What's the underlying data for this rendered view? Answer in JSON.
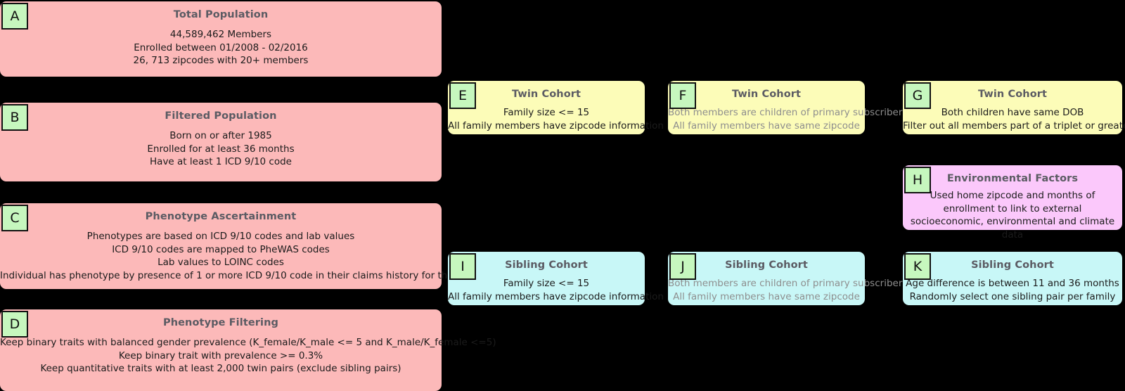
{
  "figure": {
    "background_color": "#000000",
    "badge_color": "#C6F7BE",
    "title_color": "#5B5B63",
    "text_color": "#1B1B1B",
    "muted_text_color": "#8E8E8E"
  },
  "panels": {
    "a": {
      "badge": "A",
      "title": "Total Population",
      "color": "#FCB9B9",
      "lines": [
        "44,589,462 Members",
        "Enrolled between 01/2008 - 02/2016",
        "26, 713 zipcodes with 20+ members"
      ]
    },
    "b": {
      "badge": "B",
      "title": "Filtered Population",
      "color": "#FCB9B9",
      "lines": [
        "Born on or after 1985",
        "Enrolled for at least 36 months",
        "Have at least 1 ICD 9/10 code"
      ]
    },
    "c": {
      "badge": "C",
      "title": "Phenotype Ascertainment",
      "color": "#FCB9B9",
      "lines": [
        "Phenotypes are based on ICD 9/10 codes and lab values",
        "ICD 9/10 codes are mapped to PheWAS codes",
        "Lab values to LOINC codes",
        "Individual has phenotype by presence of 1 or more ICD 9/10 code in their claims history for that PheWAS code"
      ]
    },
    "d": {
      "badge": "D",
      "title": "Phenotype Filtering",
      "color": "#FCB9B9",
      "lines": [
        "Keep binary traits with balanced gender prevalence (K_female/K_male <= 5 and K_male/K_female <=5)",
        "Keep binary trait with prevalence >= 0.3%",
        "Keep quantitative traits with at least 2,000 twin pairs (exclude sibling pairs)"
      ]
    },
    "e": {
      "badge": "E",
      "title": "Twin Cohort",
      "color": "#FCFCB8",
      "muted": false,
      "lines": [
        "Family size <= 15",
        "All family members have zipcode information"
      ]
    },
    "f": {
      "badge": "F",
      "title": "Twin Cohort",
      "color": "#FCFCB8",
      "muted": true,
      "lines": [
        "Both members are children of primary subscriber",
        "All family members have same zipcode"
      ]
    },
    "g": {
      "badge": "G",
      "title": "Twin Cohort",
      "color": "#FCFCB8",
      "muted": false,
      "lines": [
        "Both children have same DOB",
        "Filter out all members part of a triplet or greater"
      ]
    },
    "h": {
      "badge": "H",
      "title": "Environmental Factors",
      "color": "#FBC8FB",
      "muted": false,
      "lines": [
        "Used home zipcode and months of enrollment to link to external socioeconomic, environmental and climate data"
      ]
    },
    "i": {
      "badge": "I",
      "title": "Sibling Cohort",
      "color": "#C8F7F7",
      "muted": false,
      "lines": [
        "Family size <= 15",
        "All family members have zipcode information"
      ]
    },
    "j": {
      "badge": "J",
      "title": "Sibling Cohort",
      "color": "#C8F7F7",
      "muted": true,
      "lines": [
        "Both members are children of primary subscriber",
        "All family members have same zipcode"
      ]
    },
    "k": {
      "badge": "K",
      "title": "Sibling Cohort",
      "color": "#C8F7F7",
      "muted": false,
      "lines": [
        "Age difference is between 11 and 36 months",
        "Randomly select one sibling pair per family"
      ]
    }
  }
}
